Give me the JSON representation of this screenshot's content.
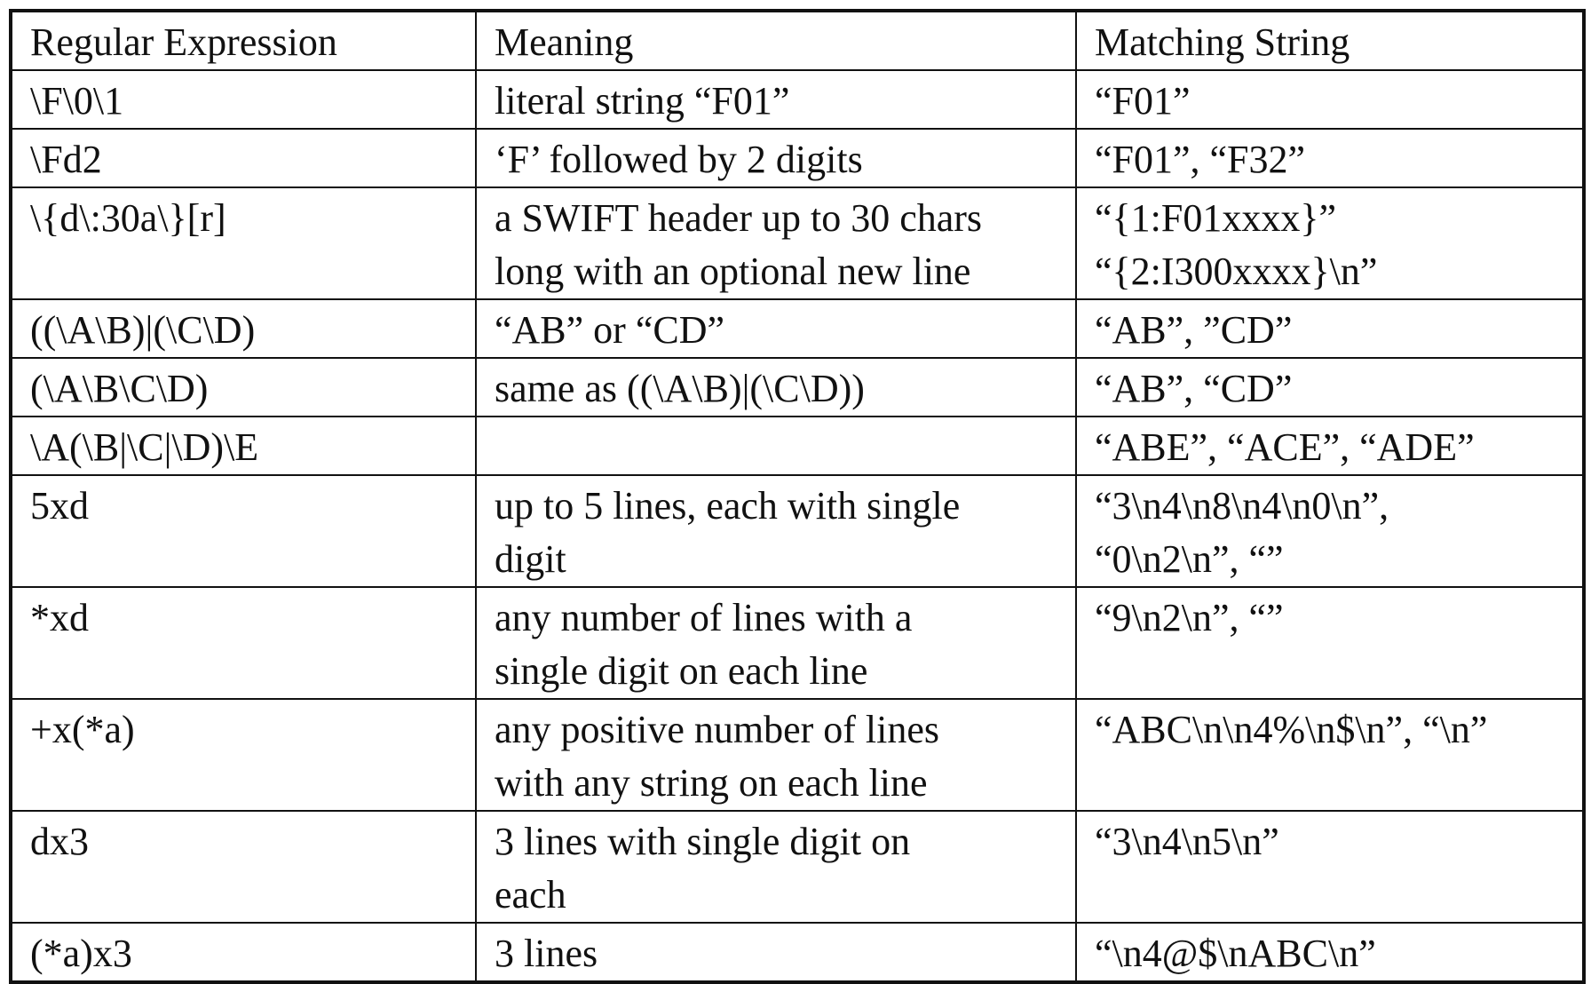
{
  "table": {
    "columns": [
      "Regular Expression",
      "Meaning",
      "Matching String"
    ],
    "rows": [
      {
        "regex": "\\F\\0\\1",
        "meaning": "literal string “F01”",
        "match": "“F01”"
      },
      {
        "regex": "\\Fd2",
        "meaning": "‘F’ followed by 2 digits",
        "match": "“F01”, “F32”"
      },
      {
        "regex": "\\{d\\:30a\\}[r]",
        "meaning": "a SWIFT header up to 30 chars\nlong with an optional new line",
        "match": "“{1:F01xxxx}”\n“{2:I300xxxx}\\n”"
      },
      {
        "regex": "((\\A\\B)|(\\C\\D)",
        "meaning": "“AB” or “CD”",
        "match": "“AB”, ”CD”"
      },
      {
        "regex": "(\\A\\B\\C\\D)",
        "meaning": "same as ((\\A\\B)|(\\C\\D))",
        "match": "“AB”, “CD”"
      },
      {
        "regex": "\\A(\\B|\\C|\\D)\\E",
        "meaning": "",
        "match": "“ABE”, “ACE”, “ADE”"
      },
      {
        "regex": "5xd",
        "meaning": "up to 5 lines, each with single\ndigit",
        "match": "“3\\n4\\n8\\n4\\n0\\n”,\n“0\\n2\\n”, “”"
      },
      {
        "regex": "*xd",
        "meaning": "any number of lines with a\nsingle digit on each line",
        "match": "“9\\n2\\n”, “”"
      },
      {
        "regex": "+x(*a)",
        "meaning": "any positive number of lines\nwith any string on each line",
        "match": "“ABC\\n\\n4%\\n$\\n”, “\\n”"
      },
      {
        "regex": "dx3",
        "meaning": "3 lines with single digit on\neach",
        "match": "“3\\n4\\n5\\n”"
      },
      {
        "regex": "(*a)x3",
        "meaning": "3 lines",
        "match": "“\\n4@$\\nABC\\n”"
      }
    ]
  }
}
